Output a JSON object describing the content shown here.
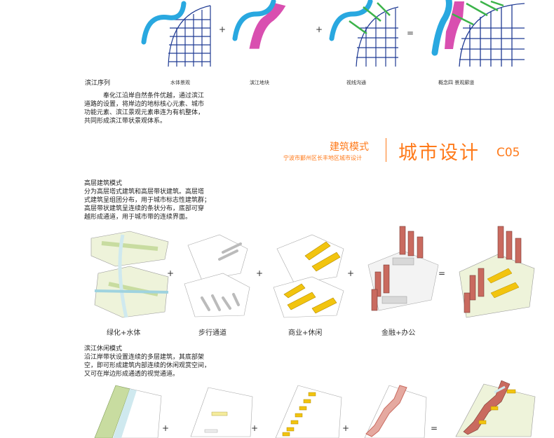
{
  "row1": {
    "labels": [
      "水体景观",
      "滨江地块",
      "视线沟通",
      "概念四 景观廊道"
    ],
    "operators": [
      "+",
      "+",
      "="
    ]
  },
  "intro": {
    "title": "滨江序列",
    "lines": [
      "奉化江沿岸自然条件优越，通过滨江",
      "道路的设置，将岸边的地标核心元素、城市",
      "功能元素、滨江景观元素串连为有机整体，",
      "共同形成滨江带状景观体系。"
    ]
  },
  "banner": {
    "section": "建筑模式",
    "subtitle": "宁波市鄞州区长丰地区城市设计",
    "title": "城市设计",
    "code": "C05"
  },
  "highrise": {
    "title": "高层建筑模式",
    "lines": [
      "分为高层塔式建筑和高层带状建筑。高层塔",
      "式建筑呈组团分布，用于城市标志性建筑群；",
      "高层带状建筑呈连续的条状分布，底部可穿",
      "越形成通道，用于城市带的连续界面。"
    ]
  },
  "row2": {
    "labels": [
      "绿化+水体",
      "步行通道",
      "商业+休闲",
      "金融+办公"
    ],
    "operators": [
      "+",
      "+",
      "+",
      "="
    ]
  },
  "riverside": {
    "title": "滨江休闲模式",
    "lines": [
      "沿江岸带状设置连续的多层建筑，其底部架",
      "空，即可形成建筑内部连续的休闲观赏空间，",
      "又可在岸边形成通透的视觉通道。"
    ]
  },
  "row3": {
    "operators": [
      "+",
      "+",
      "+",
      "="
    ]
  },
  "colors": {
    "water": "#29a8e0",
    "grid": "#1f3a93",
    "block": "#d94fb0",
    "arrow": "#3cb34a",
    "orange": "#ff7a1a",
    "yellow": "#f2c40f",
    "brick": "#c96a5f",
    "green": "#c8dca0"
  }
}
